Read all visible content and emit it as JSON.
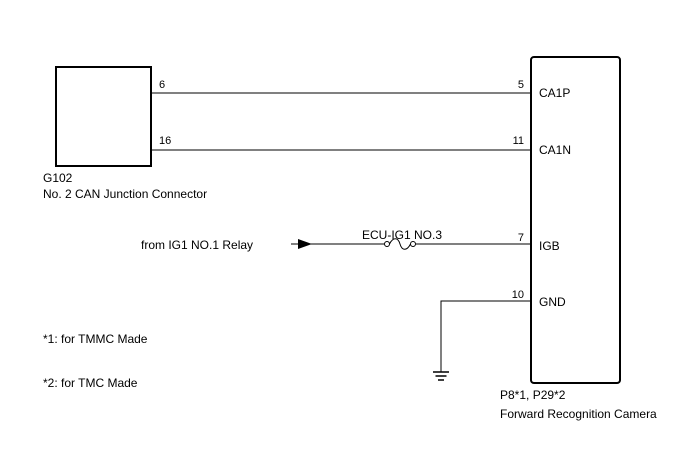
{
  "junction_connector": {
    "code": "G102",
    "name": "No. 2 CAN Junction Connector",
    "pins": {
      "can_high": "6",
      "can_low": "16"
    }
  },
  "camera": {
    "connector_codes": "P8*1, P29*2",
    "name": "Forward Recognition Camera",
    "pins": [
      {
        "number": "5",
        "signal": "CA1P"
      },
      {
        "number": "11",
        "signal": "CA1N"
      },
      {
        "number": "7",
        "signal": "IGB"
      },
      {
        "number": "10",
        "signal": "GND"
      }
    ]
  },
  "power_source": {
    "label": "from IG1 NO.1 Relay"
  },
  "fuse": {
    "label": "ECU-IG1 NO.3"
  },
  "footnotes": [
    "*1: for TMMC Made",
    "*2: for TMC Made"
  ],
  "icons": [
    "arrow-right-icon",
    "fuse-icon",
    "ground-icon"
  ]
}
